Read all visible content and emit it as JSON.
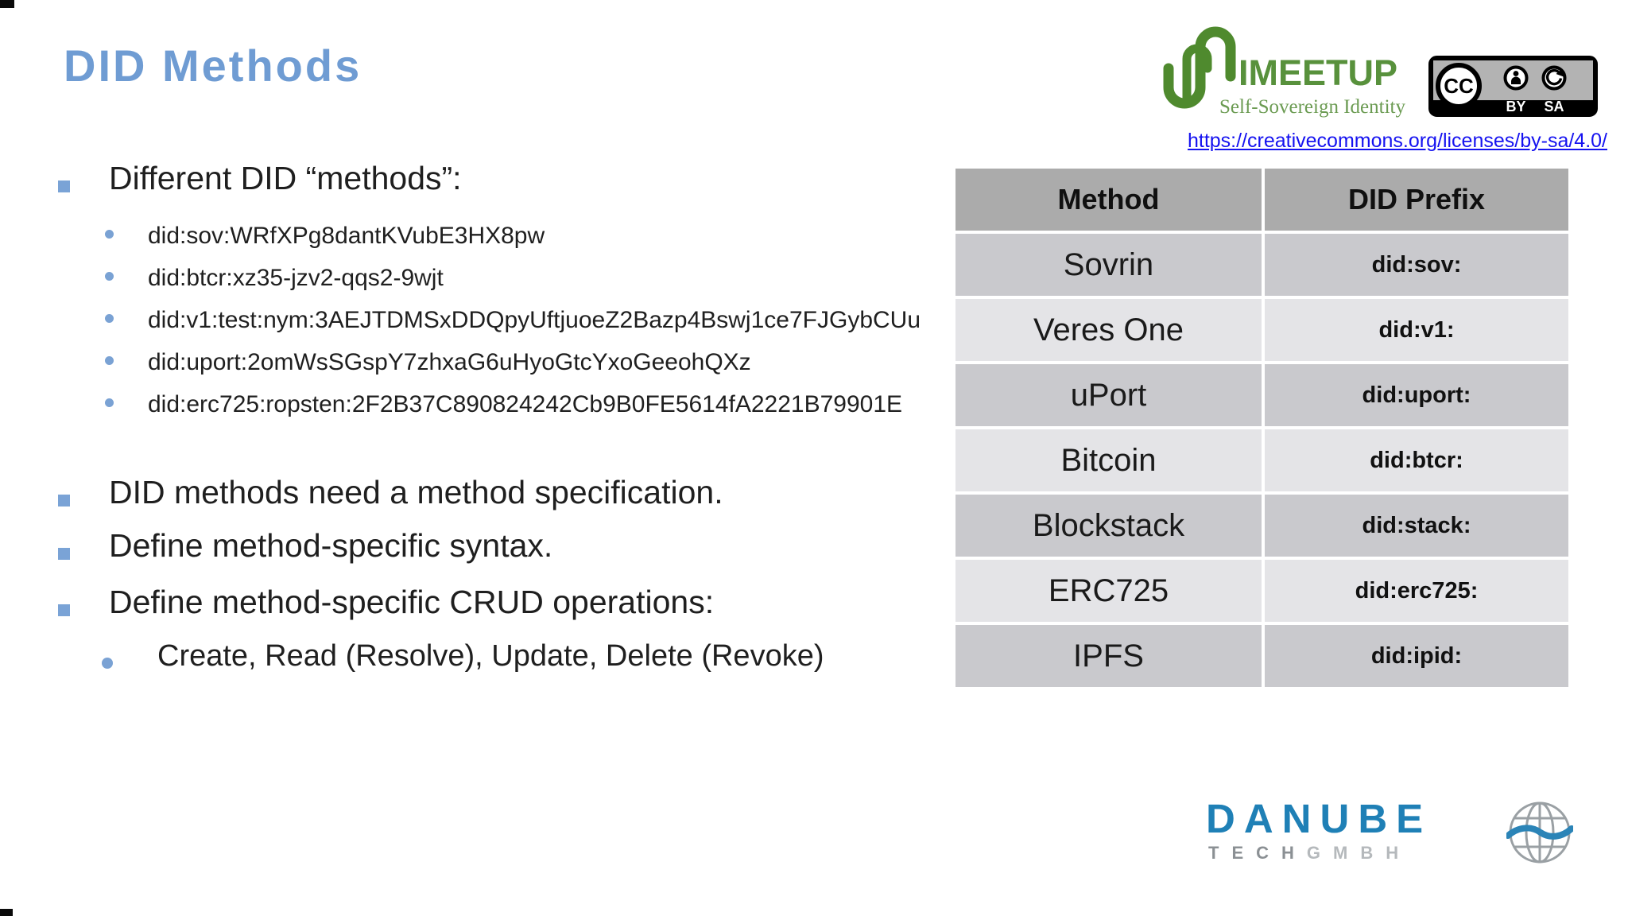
{
  "title": "DID Methods",
  "content": {
    "bullet1": "Different DID “methods”:",
    "did_examples": [
      "did:sov:WRfXPg8dantKVubE3HX8pw",
      "did:btcr:xz35-jzv2-qqs2-9wjt",
      "did:v1:test:nym:3AEJTDMSxDDQpyUftjuoeZ2Bazp4Bswj1ce7FJGybCUu",
      "did:uport:2omWsSGspY7zhxaG6uHyoGtcYxoGeeohQXz",
      "did:erc725:ropsten:2F2B37C890824242Cb9B0FE5614fA2221B79901E"
    ],
    "bullet2": "DID methods need a method specification.",
    "bullet3": "Define method-specific syntax.",
    "bullet4": "Define method-specific CRUD operations:",
    "crud_sub": "Create, Read (Resolve), Update, Delete (Revoke)"
  },
  "table": {
    "headers": [
      "Method",
      "DID Prefix"
    ],
    "rows": [
      [
        "Sovrin",
        "did:sov:"
      ],
      [
        "Veres One",
        "did:v1:"
      ],
      [
        "uPort",
        "did:uport:"
      ],
      [
        "Bitcoin",
        "did:btcr:"
      ],
      [
        "Blockstack",
        "did:stack:"
      ],
      [
        "ERC725",
        "did:erc725:"
      ],
      [
        "IPFS",
        "did:ipid:"
      ]
    ]
  },
  "header": {
    "license_url": "https://creativecommons.org/licenses/by-sa/4.0/",
    "ssimeetup": {
      "wordmark": "IMEETUP",
      "tagline": "Self-Sovereign Identity"
    },
    "cc": {
      "cc": "CC",
      "by": "BY",
      "sa": "SA"
    }
  },
  "footer": {
    "danube": {
      "name": "DANUBE",
      "tech": "TECH",
      "gmbh": "GMBH"
    }
  },
  "colors": {
    "title_blue": "#6f9cd3",
    "bullet_blue": "#7aa3d6",
    "table_header_bg": "#ababab",
    "table_row_dark": "#c9c9cd",
    "table_row_light": "#e4e4e7",
    "link_blue": "#1512f0",
    "ssimeetup_green": "#4f8a2e",
    "danube_blue": "#1f80b6"
  }
}
